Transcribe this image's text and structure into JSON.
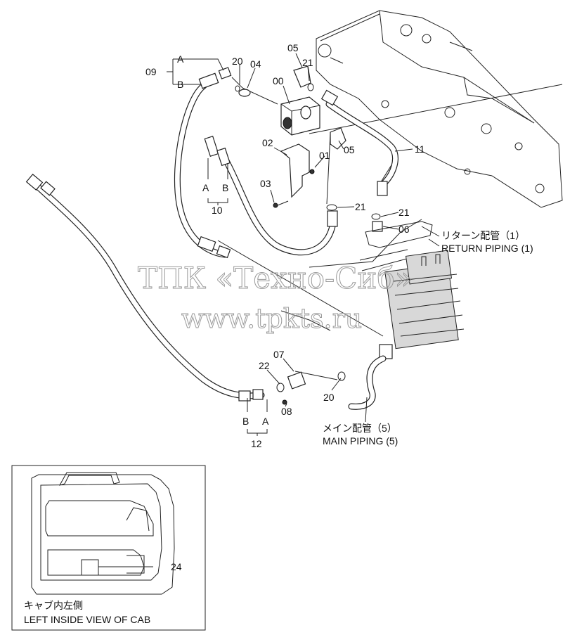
{
  "labels": {
    "p00": "00",
    "p01": "01",
    "p02": "02",
    "p03": "03",
    "p04": "04",
    "p05a": "05",
    "p05b": "05",
    "p06": "06",
    "p07": "07",
    "p08": "08",
    "p09": "09",
    "p10": "10",
    "p11": "11",
    "p12": "12",
    "p20a": "20",
    "p20b": "20",
    "p21a": "21",
    "p21b": "21",
    "p21c": "21",
    "p22": "22",
    "p24": "24",
    "a09": "A",
    "b09": "B",
    "a10": "A",
    "b10": "B",
    "a12": "A",
    "b12": "B"
  },
  "captions": {
    "return_jp": "リターン配管（1）",
    "return_en": "RETURN PIPING (1)",
    "main_jp": "メイン配管（5）",
    "main_en": "MAIN PIPING (5)",
    "cab_jp": "キャブ内左側",
    "cab_en": "LEFT INSIDE VIEW OF CAB"
  },
  "watermark": {
    "line1": "ТПК «Техно-Сиб»",
    "line2": "www.tpkts.ru"
  }
}
